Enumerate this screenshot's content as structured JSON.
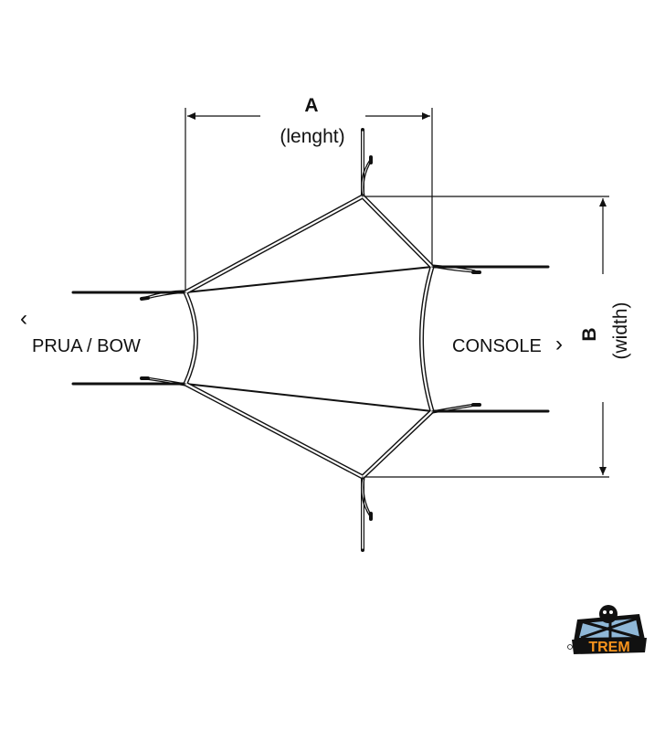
{
  "dimension_a": {
    "letter": "A",
    "label": "(lenght)"
  },
  "dimension_b": {
    "letter": "B",
    "label": "(width)"
  },
  "left_label": {
    "arrow": "‹",
    "text": "PRUA / BOW"
  },
  "right_label": {
    "arrow": "›",
    "text": "CONSOLE"
  },
  "logo": {
    "text": "TREM",
    "colors": {
      "orange": "#f7941d",
      "blue": "#8fb8d8",
      "black": "#111111"
    }
  }
}
